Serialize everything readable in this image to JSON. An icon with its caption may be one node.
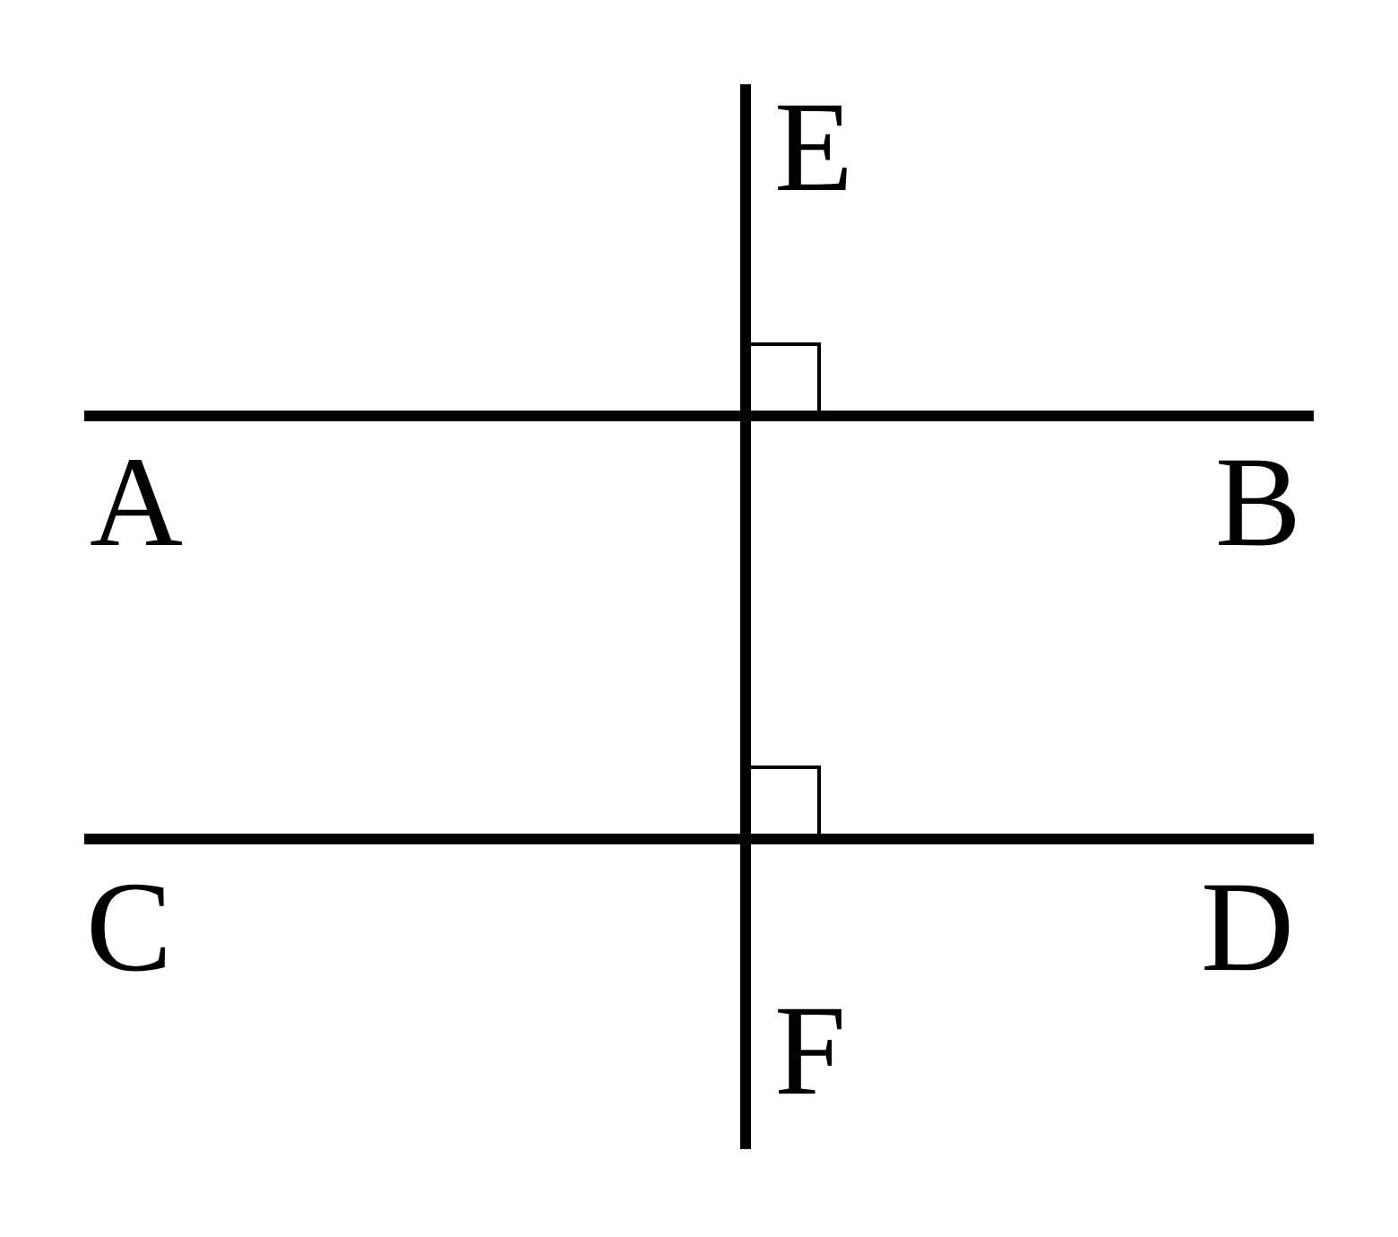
{
  "diagram": {
    "labels": [
      "E",
      "A",
      "B",
      "C",
      "D",
      "F"
    ]
  }
}
